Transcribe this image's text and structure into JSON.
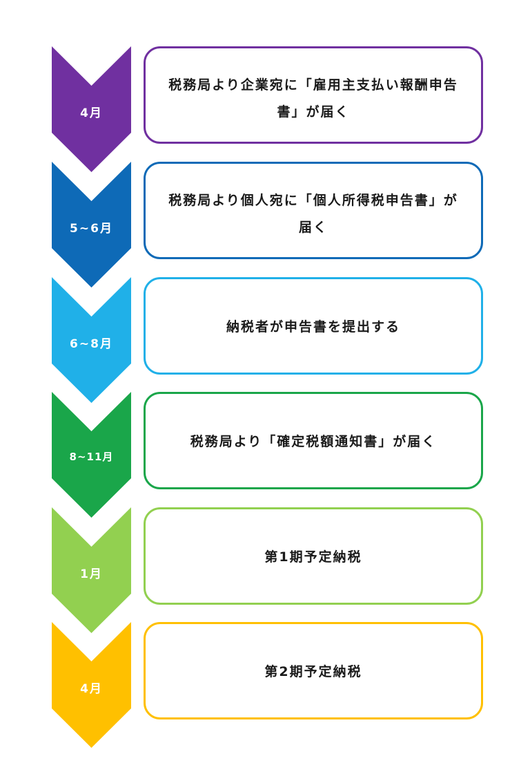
{
  "steps": [
    {
      "period": "4月",
      "text": "税務局より企業宛に「雇用主支払い報酬申告書」が届く",
      "color": "#7030a0"
    },
    {
      "period": "5~6月",
      "text": "税務局より個人宛に「個人所得税申告書」が届く",
      "color": "#0e6ab7"
    },
    {
      "period": "6~8月",
      "text": "納税者が申告書を提出する",
      "color": "#20b0e8"
    },
    {
      "period": "8~11月",
      "text": "税務局より「確定税額通知書」が届く",
      "color": "#1aa64a"
    },
    {
      "period": "1月",
      "text": "第1期予定納税",
      "color": "#92d050"
    },
    {
      "period": "4月",
      "text": "第2期予定納税",
      "color": "#ffc000"
    }
  ]
}
